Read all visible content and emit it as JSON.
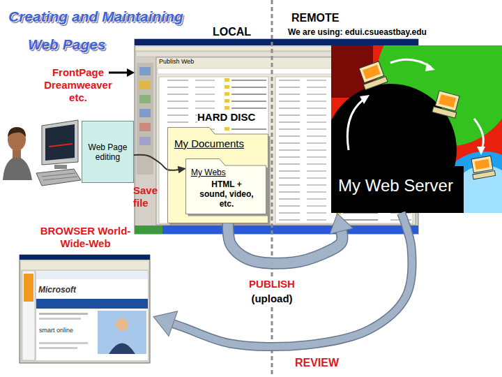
{
  "diagram": {
    "title": "Creating and Maintaining Web Pages",
    "nodes": [
      {
        "text": [
          "Web Page editing"
        ]
      },
      {
        "text": [
          "My Documents"
        ]
      },
      {
        "text": [
          "My Webs",
          "HTML + sound, video, etc."
        ],
        "in": 1
      },
      {
        "text": [
          "My Web Server"
        ]
      },
      {
        "text": [
          "BROWSER World-Wide-Web",
          "Microsoft"
        ]
      }
    ],
    "edges": [
      {
        "from": 0,
        "to": 2,
        "arrow": "to",
        "label": "Save file"
      },
      {
        "from": 1,
        "to": 3,
        "arrow": "to",
        "label": "PUBLISH"
      },
      {
        "from": 3,
        "to": 4,
        "arrow": "to",
        "label": "REVIEW"
      }
    ],
    "labels": [
      "LOCAL",
      "REMOTE",
      "We are using: edui.csueastbay.edu",
      "FrontPage Dreamweaver etc.",
      "HARD DISC",
      "(upload)",
      "Publish Web",
      "smart online"
    ]
  }
}
